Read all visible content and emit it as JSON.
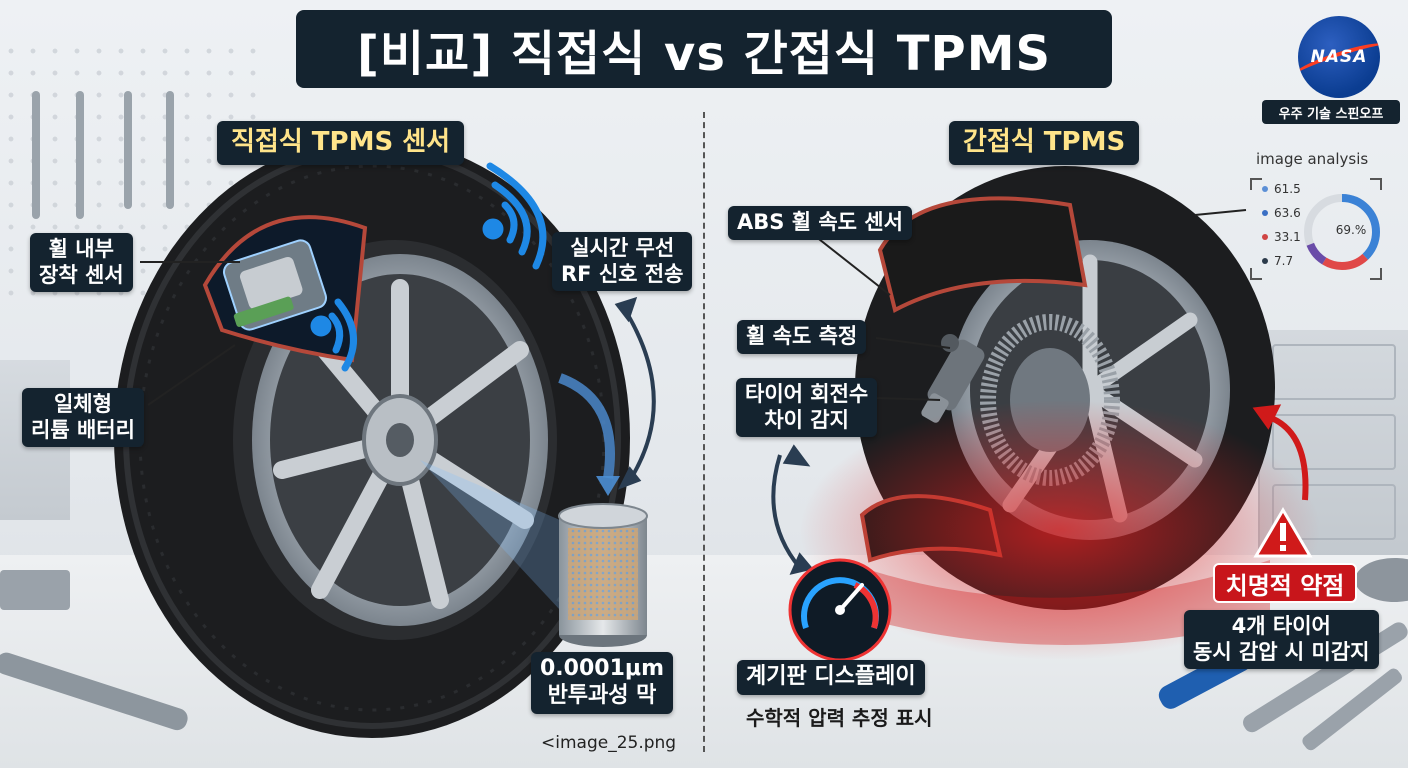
{
  "title": "[비교] 직접식 vs 간접식 TPMS",
  "nasa": {
    "logo_text": "NASA",
    "tag": "우주 기술 스핀오프"
  },
  "left": {
    "section_title": "직접식 TPMS 센서",
    "labels": {
      "sensor": [
        "휠 내부",
        "장착 센서"
      ],
      "battery": [
        "일체형",
        "리튬 배터리"
      ],
      "rf": [
        "실시간 무선",
        "RF 신호 전송"
      ],
      "membrane": [
        "0.0001μm",
        "반투과성 막"
      ]
    },
    "file_caption": "<image_25.png"
  },
  "right": {
    "section_title": "간접식 TPMS",
    "labels": {
      "abs": "ABS 휠 속도 센서",
      "wheel_speed": "휠 속도 측정",
      "rotation": [
        "타이어 회전수",
        "차이 감지"
      ],
      "dashboard": "계기판 디스플레이",
      "dashboard_sub": "수학적 압력 추정 표시",
      "weakness": "치명적 약점",
      "weakness_desc": [
        "4개 타이어",
        "동시 감압 시 미감지"
      ]
    }
  },
  "image_analysis": {
    "title": "image analysis",
    "values": [
      "61.5",
      "63.6",
      "33.1",
      "7.7"
    ],
    "dot_colors": [
      "#5b8fd6",
      "#3a6fc4",
      "#d04444",
      "#2b3a4a"
    ],
    "donut_label": "69.%",
    "donut_fraction": 0.69,
    "donut_colors": [
      "#3b82d6",
      "#e04848",
      "#6a4ca8"
    ]
  },
  "colors": {
    "label_bg": "#14232f",
    "accent_blue": "#1e88e5",
    "warn_red": "#c8151b",
    "section_title": "#ffe48a"
  }
}
